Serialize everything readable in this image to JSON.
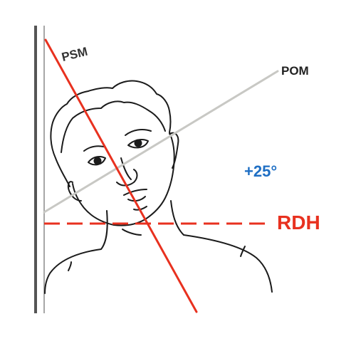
{
  "labels": {
    "psm": "PSM",
    "pom": "POM",
    "angle": "+25°",
    "rdh": "RDH"
  },
  "colors": {
    "ink": "#1b1b1b",
    "psm_line": "#e8311f",
    "rdh_line": "#e8311f",
    "rdh_text": "#e8311f",
    "pom_line": "#c8c8c4",
    "pom_text": "#222222",
    "angle_text": "#1f6fc4",
    "wall": "#555555"
  }
}
